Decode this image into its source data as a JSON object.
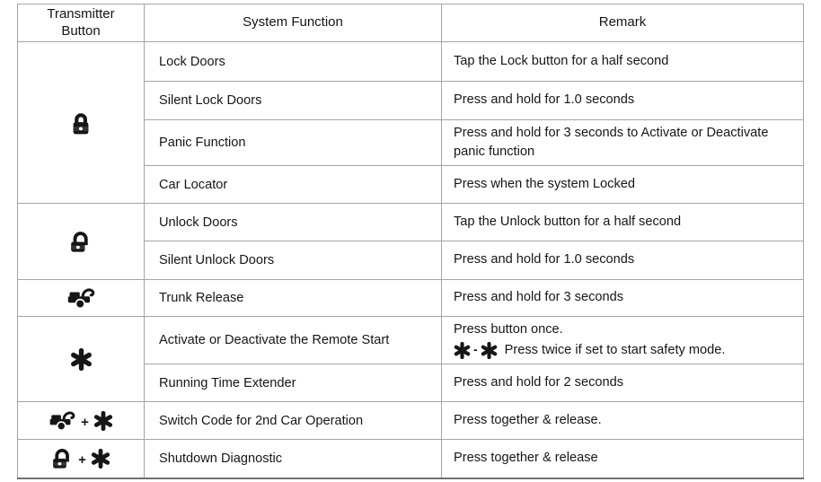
{
  "table": {
    "headers": {
      "transmitter_button": {
        "line1": "Transmitter",
        "line2": "Button"
      },
      "system_function": "System Function",
      "remark": "Remark"
    },
    "plus_sign": "+",
    "asterisk_separator": "-",
    "groups": [
      {
        "icons": [
          "lock-icon"
        ],
        "rows": [
          {
            "function": "Lock Doors",
            "remark": "Tap the Lock button for a half second"
          },
          {
            "function": "Silent Lock Doors",
            "remark": "Press and hold for 1.0 seconds"
          },
          {
            "function": "Panic Function",
            "remark": "Press and hold for 3 seconds to Activate or Deactivate panic function"
          },
          {
            "function": "Car Locator",
            "remark": "Press when the system Locked"
          }
        ]
      },
      {
        "icons": [
          "unlock-icon"
        ],
        "rows": [
          {
            "function": "Unlock Doors",
            "remark": "Tap the Unlock button for a half second"
          },
          {
            "function": "Silent Unlock Doors",
            "remark": "Press and hold for 1.0 seconds"
          }
        ]
      },
      {
        "icons": [
          "trunk-release-icon"
        ],
        "rows": [
          {
            "function": "Trunk Release",
            "remark": "Press and hold for 3 seconds"
          }
        ]
      },
      {
        "icons": [
          "asterisk-icon"
        ],
        "rows": [
          {
            "function": "Activate or Deactivate the Remote Start",
            "remark_line1": "Press button once.",
            "remark_line2_prefix_icon": "asterisk-dash-asterisk-icon",
            "remark_line2": "Press twice if set to start safety mode."
          },
          {
            "function": "Running Time Extender",
            "remark": "Press and hold for 2 seconds"
          }
        ]
      },
      {
        "icons": [
          "trunk-release-icon",
          "asterisk-icon"
        ],
        "rows": [
          {
            "function": "Switch Code for 2nd Car Operation",
            "remark": "Press together & release."
          }
        ]
      },
      {
        "icons": [
          "unlock-icon",
          "asterisk-icon"
        ],
        "rows": [
          {
            "function": "Shutdown Diagnostic",
            "remark": "Press together & release"
          }
        ]
      }
    ],
    "colors": {
      "border_inner": "#a4a4a4",
      "border_outer": "#8a8a8a",
      "text": "#161616",
      "icon": "#161616",
      "background": "#ffffff"
    }
  }
}
